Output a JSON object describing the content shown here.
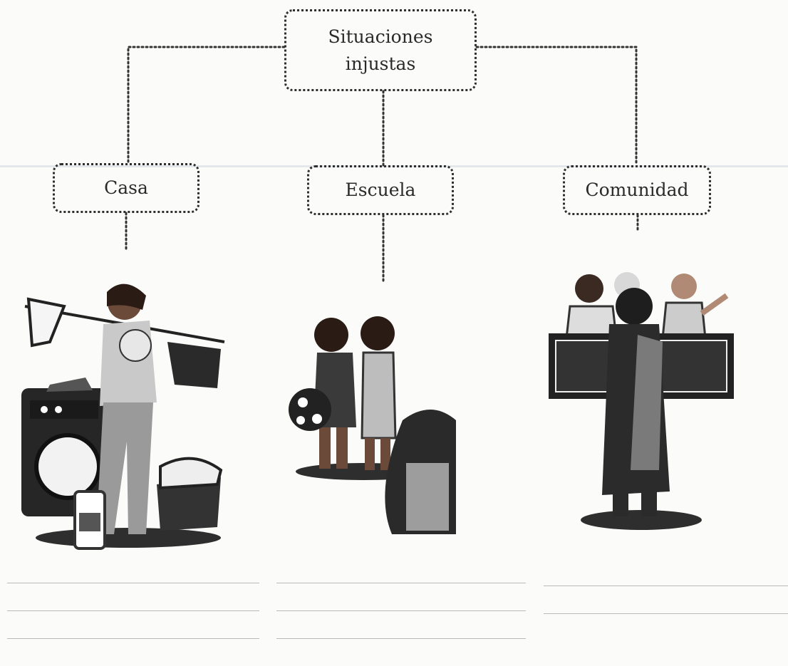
{
  "diagram": {
    "root": {
      "line1": "Situaciones",
      "line2": "injustas"
    },
    "children": [
      {
        "label": "Casa"
      },
      {
        "label": "Escuela"
      },
      {
        "label": "Comunidad"
      }
    ]
  },
  "colors": {
    "ink": "#2e2e2e",
    "skin": "#6b4a3a",
    "paper": "#fbfbf9",
    "line": "#b9b9b9"
  }
}
